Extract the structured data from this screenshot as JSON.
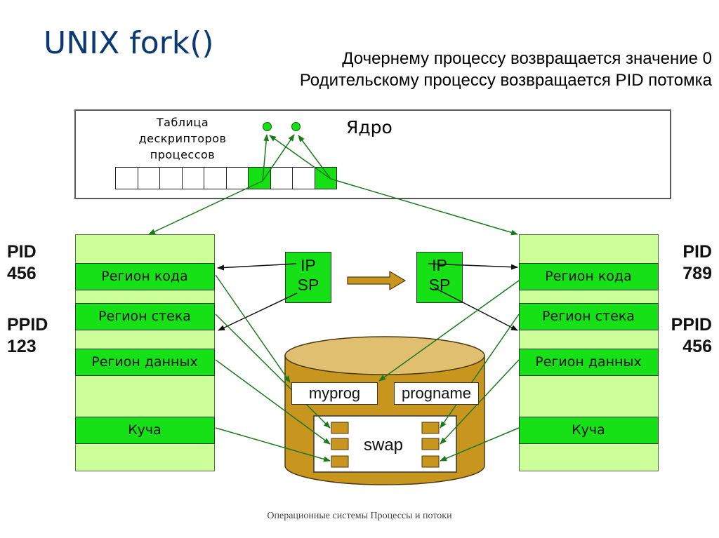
{
  "slide": {
    "title": "UNIX fork()",
    "subtitle_lines": [
      "Дочернему процессу возвращается значение 0",
      "Родительскому процессу возвращается PID потомка"
    ],
    "footer": "Операционные системы Процессы и потоки"
  },
  "kernel": {
    "label": "Ядро",
    "table_label_lines": [
      "Таблица",
      "дескрипторов",
      "процессов"
    ],
    "cell_count": 10,
    "active_cells": [
      6,
      9
    ],
    "open_file_dots": 2
  },
  "parent": {
    "pid_label": "PID",
    "pid": "456",
    "ppid_label": "PPID",
    "ppid": "123",
    "regions": [
      "Регион кода",
      "Регион стека",
      "Регион данных",
      "Куча"
    ]
  },
  "child": {
    "pid_label": "PID",
    "pid": "789",
    "ppid_label": "PPID",
    "ppid": "456",
    "regions": [
      "Регион кода",
      "Регион стека",
      "Регион данных",
      "Куча"
    ]
  },
  "registers": {
    "parent": [
      "IP",
      "SP"
    ],
    "child": [
      "IP",
      "SP"
    ]
  },
  "disk": {
    "files": [
      "myprog",
      "progname"
    ],
    "swap_label": "swap",
    "swap_slots_per_side": 3
  },
  "colors": {
    "title": "#0b3a73",
    "region_green": "#16e016",
    "process_bg": "#ccff99",
    "disk_gold": "#c8961e",
    "disk_top": "#e0c070",
    "arrow_green": "#1a7a1a",
    "arrow_black": "#111111"
  }
}
